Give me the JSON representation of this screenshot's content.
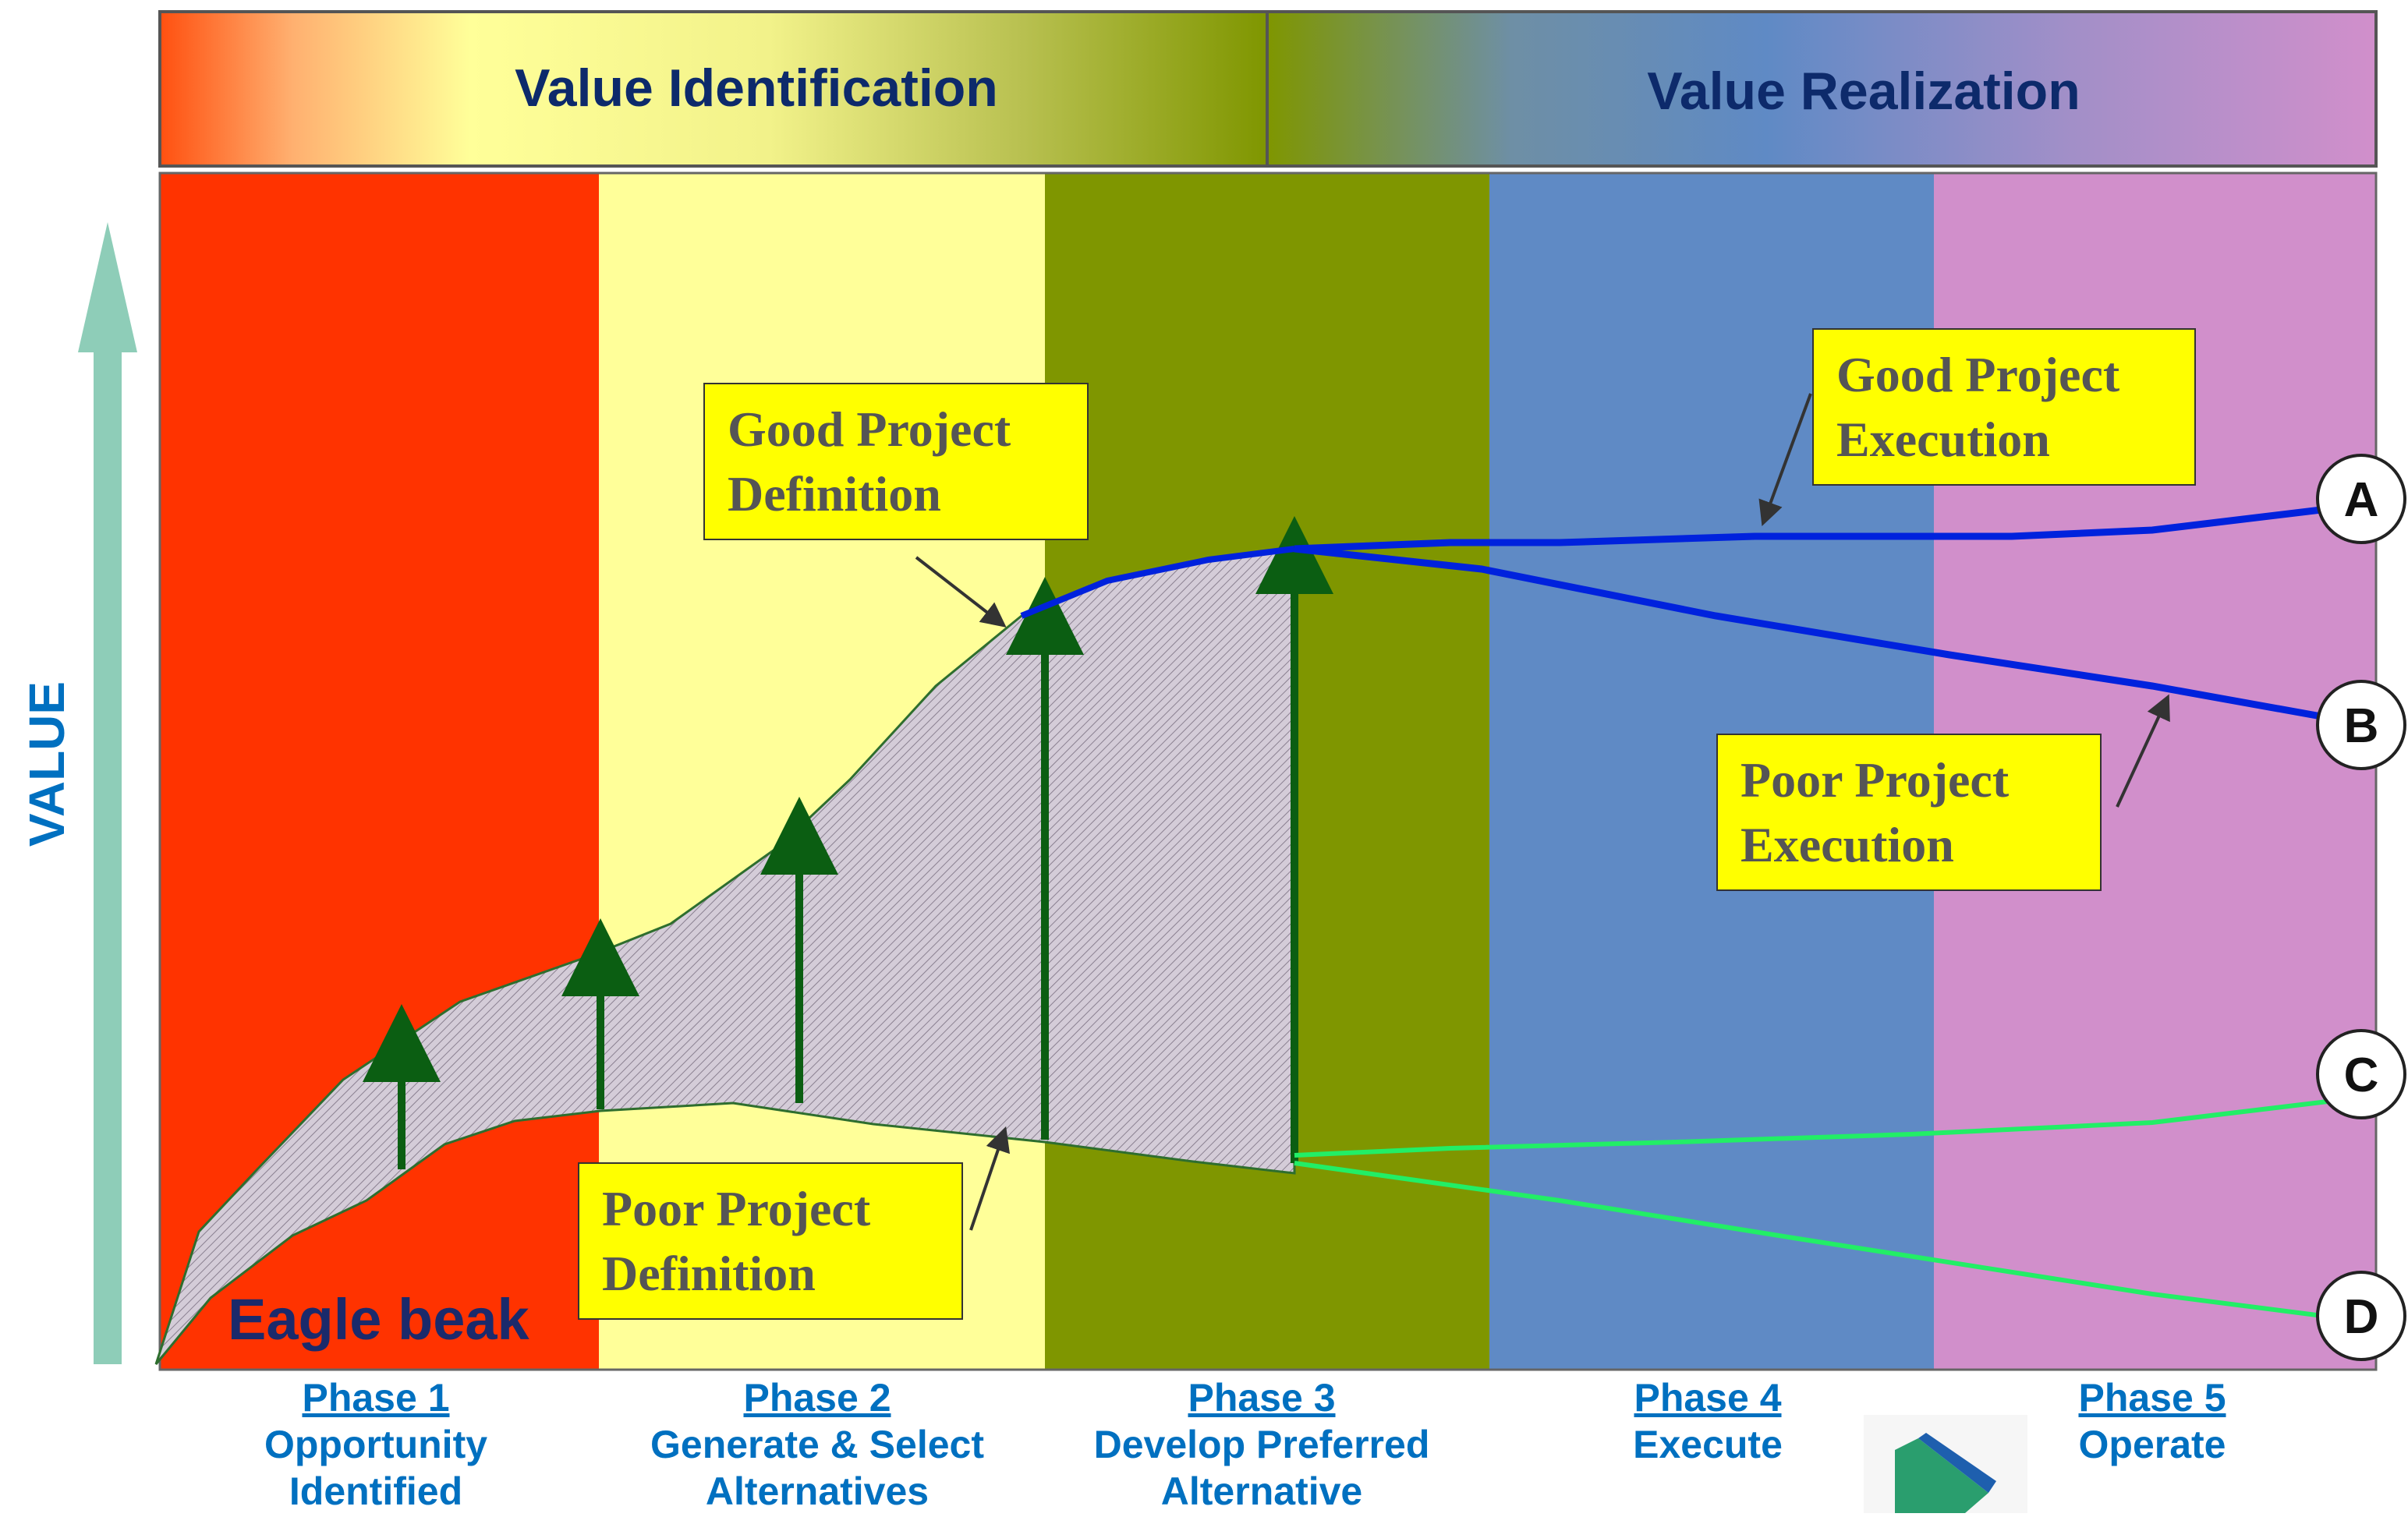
{
  "header": {
    "left_label": "Value Identification",
    "right_label": "Value Realization"
  },
  "axis": {
    "label": "VALUE"
  },
  "annotations": {
    "good_definition": [
      "Good Project",
      "Definition"
    ],
    "poor_definition": [
      "Poor Project",
      "Definition"
    ],
    "good_execution": [
      "Good Project",
      "Execution"
    ],
    "poor_execution": [
      "Poor Project",
      "Execution"
    ],
    "eagle_beak": "Eagle beak"
  },
  "endpoints": [
    "A",
    "B",
    "C",
    "D"
  ],
  "phases": [
    {
      "title": "Phase 1",
      "lines": [
        "Opportunity",
        "Identified"
      ]
    },
    {
      "title": "Phase 2",
      "lines": [
        "Generate & Select",
        "Alternatives"
      ]
    },
    {
      "title": "Phase 3",
      "lines": [
        "Develop Preferred",
        "Alternative"
      ]
    },
    {
      "title": "Phase 4",
      "lines": [
        "Execute"
      ]
    },
    {
      "title": "Phase 5",
      "lines": [
        "Operate"
      ]
    }
  ],
  "colors": {
    "phase1": "#FF3300",
    "phase2": "#FFFF99",
    "phase3": "#7F9600",
    "phase4": "#5F8AC5",
    "phase5": "#D18FCB",
    "good_line": "#0022DD",
    "poor_line": "#22EE66",
    "arrow": "#0B5E12",
    "label_box": "#FFFF00",
    "text_blue": "#0070C0",
    "header_text": "#0D2A6B"
  }
}
